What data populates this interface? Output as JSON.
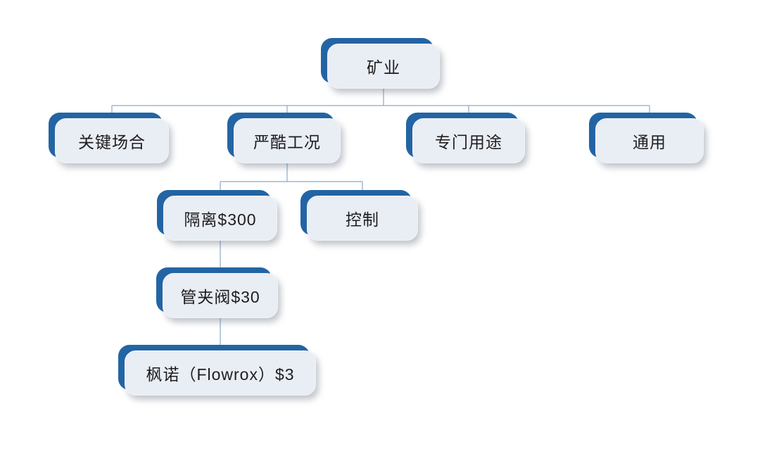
{
  "diagram": {
    "type": "org-tree",
    "nodes": {
      "root": {
        "label": "矿业"
      },
      "critical": {
        "label": "关键场合"
      },
      "harsh": {
        "label": "严酷工况"
      },
      "special": {
        "label": "专门用途"
      },
      "general": {
        "label": "通用"
      },
      "isolation": {
        "label": "隔离$300"
      },
      "control": {
        "label": "控制"
      },
      "pinch": {
        "label": "管夹阀$30"
      },
      "flowrox": {
        "label": "枫诺（Flowrox）$3"
      }
    },
    "edges": [
      {
        "from": "root",
        "to": "critical"
      },
      {
        "from": "root",
        "to": "harsh"
      },
      {
        "from": "root",
        "to": "special"
      },
      {
        "from": "root",
        "to": "general"
      },
      {
        "from": "harsh",
        "to": "isolation"
      },
      {
        "from": "harsh",
        "to": "control"
      },
      {
        "from": "isolation",
        "to": "pinch"
      },
      {
        "from": "pinch",
        "to": "flowrox"
      }
    ],
    "colors": {
      "node_back": "#2365A4",
      "node_fill": "#E9EDF4",
      "line": "#8AAACB",
      "text": "#1D1D1F"
    }
  }
}
